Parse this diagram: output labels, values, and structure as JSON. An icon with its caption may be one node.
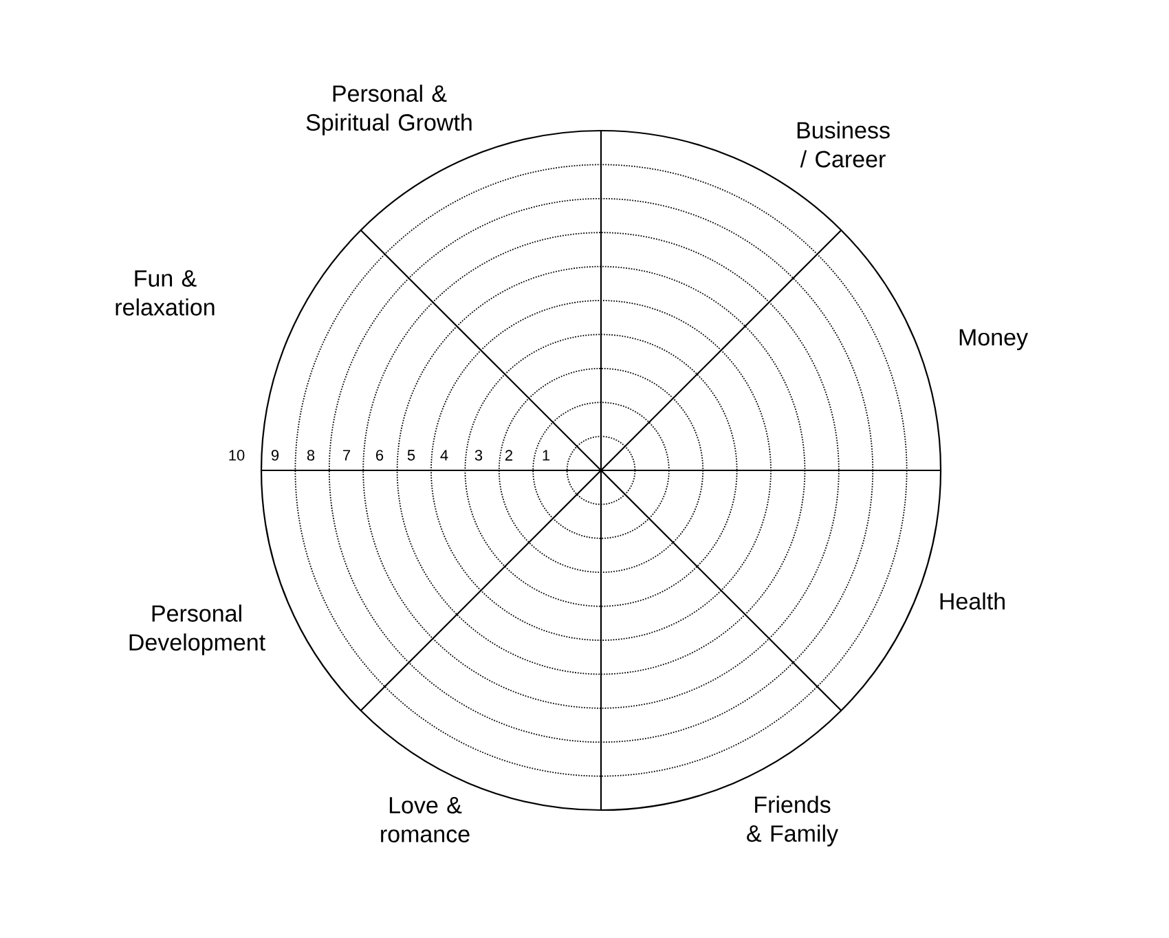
{
  "diagram": {
    "labels": [
      "Personal & Spiritual Growth",
      "Business / Career",
      "Fun & relaxation",
      "Money",
      "10",
      "9",
      "8",
      "7",
      "6",
      "5",
      "4",
      "3",
      "2",
      "1",
      "Health",
      "Personal Development",
      "Love & romance",
      "Friends & Family"
    ]
  }
}
